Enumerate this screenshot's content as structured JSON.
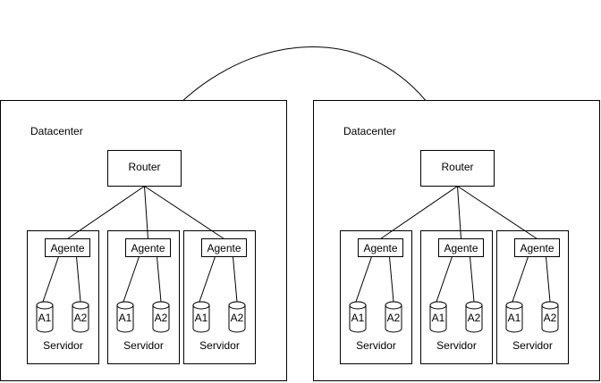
{
  "diagram": {
    "datacenters": [
      {
        "label": "Datacenter",
        "router": "Router",
        "servers": [
          {
            "agent": "Agente",
            "disks": [
              "A1",
              "A2"
            ],
            "label": "Servidor"
          },
          {
            "agent": "Agente",
            "disks": [
              "A1",
              "A2"
            ],
            "label": "Servidor"
          },
          {
            "agent": "Agente",
            "disks": [
              "A1",
              "A2"
            ],
            "label": "Servidor"
          }
        ]
      },
      {
        "label": "Datacenter",
        "router": "Router",
        "servers": [
          {
            "agent": "Agente",
            "disks": [
              "A1",
              "A2"
            ],
            "label": "Servidor"
          },
          {
            "agent": "Agente",
            "disks": [
              "A1",
              "A2"
            ],
            "label": "Servidor"
          },
          {
            "agent": "Agente",
            "disks": [
              "A1",
              "A2"
            ],
            "label": "Servidor"
          }
        ]
      }
    ]
  }
}
